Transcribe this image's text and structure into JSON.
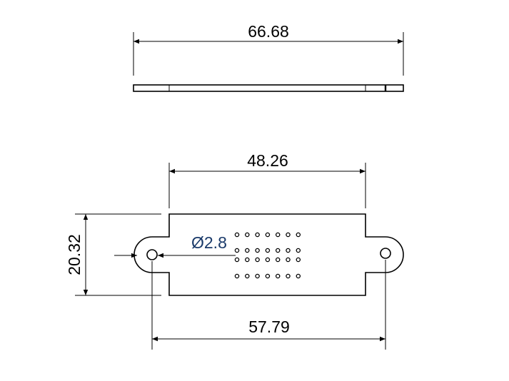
{
  "drawing": {
    "views": [
      "side-view",
      "top-view"
    ],
    "dimensions": {
      "overall_length": "66.68",
      "body_length": "48.26",
      "body_height": "20.32",
      "hole_spacing": "57.79",
      "hole_diameter": "Ø2.8"
    },
    "dot_grid": {
      "columns": 7,
      "rows": 4
    },
    "colors": {
      "line": "#000000",
      "annotation": "#1a3a6a"
    }
  }
}
